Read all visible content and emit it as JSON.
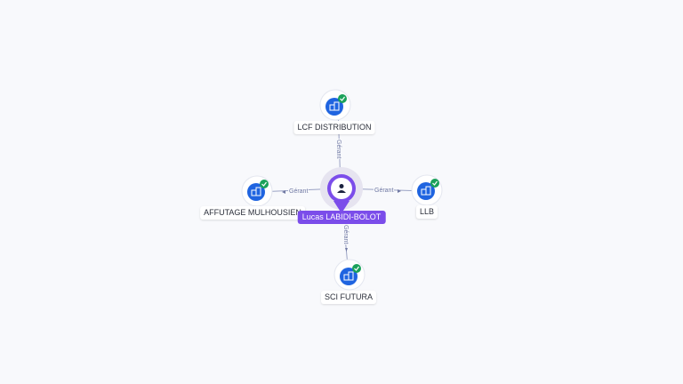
{
  "person": {
    "name": "Lucas LABIDI-BOLOT",
    "icon": "person-icon"
  },
  "companies": [
    {
      "id": "lcf",
      "name": "LCF DISTRIBUTION",
      "icon": "building-icon",
      "status_icon": "check-icon"
    },
    {
      "id": "affutage",
      "name": "AFFUTAGE MULHOUSIEN",
      "icon": "building-icon",
      "status_icon": "check-icon"
    },
    {
      "id": "llb",
      "name": "LLB",
      "icon": "building-icon",
      "status_icon": "check-icon"
    },
    {
      "id": "sci",
      "name": "SCI FUTURA",
      "icon": "building-icon",
      "status_icon": "check-icon"
    }
  ],
  "relations": [
    {
      "to": "lcf",
      "label": "Gérant"
    },
    {
      "to": "affutage",
      "label": "Gérant"
    },
    {
      "to": "llb",
      "label": "Gérant"
    },
    {
      "to": "sci",
      "label": "Gérant"
    }
  ],
  "colors": {
    "person": "#7b4dea",
    "company": "#1f64e0",
    "status": "#1aa15a",
    "edge": "#9aa2c4"
  }
}
